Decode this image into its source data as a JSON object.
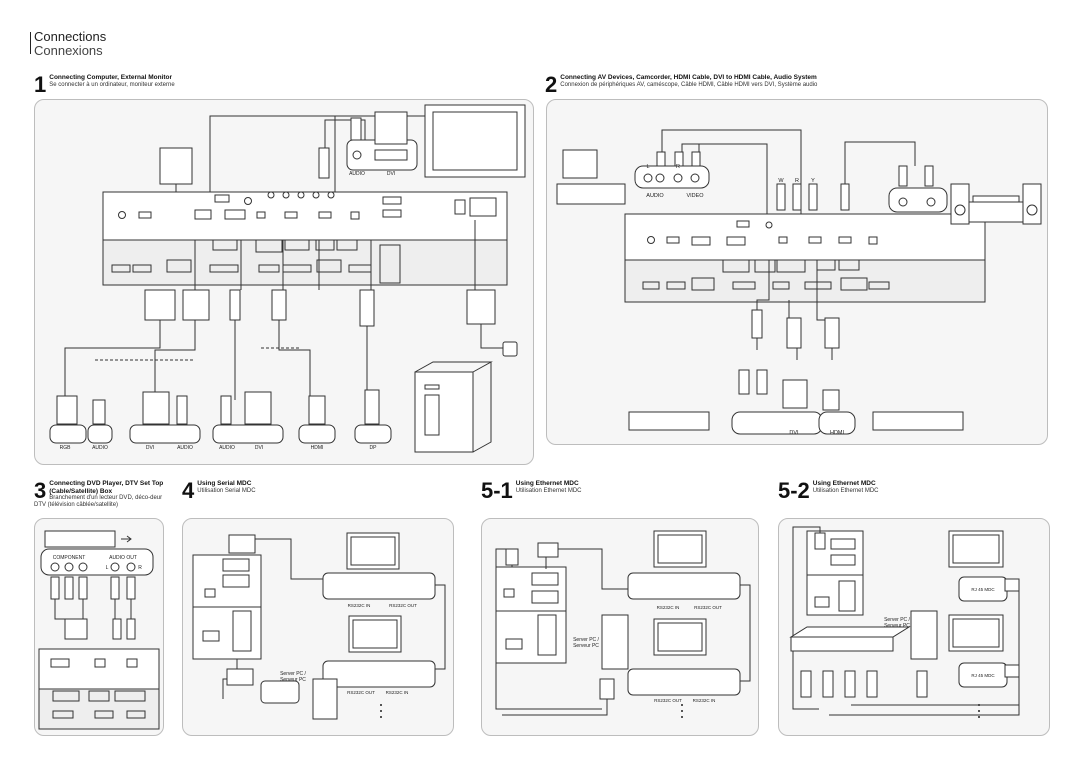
{
  "header": {
    "title": "Connections",
    "subtitle": "Connexions"
  },
  "s1": {
    "num": "1",
    "title": "Connecting Computer, External Monitor",
    "sub": "Se connecter à un ordinateur, moniteur externe",
    "labels": {
      "rgb": "RGB",
      "audio": "AUDIO",
      "dvi": "DVI",
      "audio2": "AUDIO",
      "audio3": "AUDIO",
      "dvi2": "DVI",
      "hdmi": "HDMI",
      "dp": "DP",
      "mon_audio": "AUDIO",
      "mon_dvi": "DVI"
    }
  },
  "s2": {
    "num": "2",
    "title": "Connecting AV Devices,  Camcorder, HDMI Cable, DVI to HDMI Cable, Audio System",
    "sub": "Connexion de périphériques AV,  caméscope, Câble HDMI, Câble HDMI vers DVI, Système audio",
    "labels": {
      "audio": "AUDIO",
      "video": "VIDEO",
      "l": "L",
      "r": "R",
      "w": "W",
      "r2": "R",
      "y": "Y",
      "dvi": "DVI",
      "hdmi": "HDMI"
    }
  },
  "s3": {
    "num": "3",
    "title": "Connecting DVD Player, DTV Set Top (Cable/Satellite) Box",
    "sub": "Branchement d'un lecteur DVD, déco-deur DTV (télévision câblée/satellite)",
    "labels": {
      "component": "COMPONENT",
      "audio_out": "AUDIO OUT",
      "l": "L",
      "r": "R"
    }
  },
  "s4": {
    "num": "4",
    "title": "Using Serial MDC",
    "sub": "Utilisation Serial MDC",
    "labels": {
      "server": "Server PC /",
      "server2": "Serveur PC",
      "in": "RS232C IN",
      "out": "RS232C OUT",
      "out2": "RS232C OUT",
      "in2": "RS232C IN"
    }
  },
  "s51": {
    "num": "5-1",
    "title": "Using Ethernet MDC",
    "sub": "Utilisation Ethernet MDC",
    "labels": {
      "server": "Server PC /",
      "server2": "Serveur PC",
      "in": "RS232C IN",
      "out": "RS232C OUT",
      "out2": "RS232C OUT",
      "in2": "RS232C IN"
    }
  },
  "s52": {
    "num": "5-2",
    "title": "Using Ethernet MDC",
    "sub": "Utilisation Ethernet MDC",
    "labels": {
      "server": "Server PC /",
      "server2": "Serveur PC",
      "rj1": "RJ 45 MDC",
      "rj2": "RJ 45 MDC"
    }
  },
  "colors": {
    "panel_bg": "#f6f6f6",
    "panel_border": "#bdbdbd",
    "cable": "#333333"
  }
}
